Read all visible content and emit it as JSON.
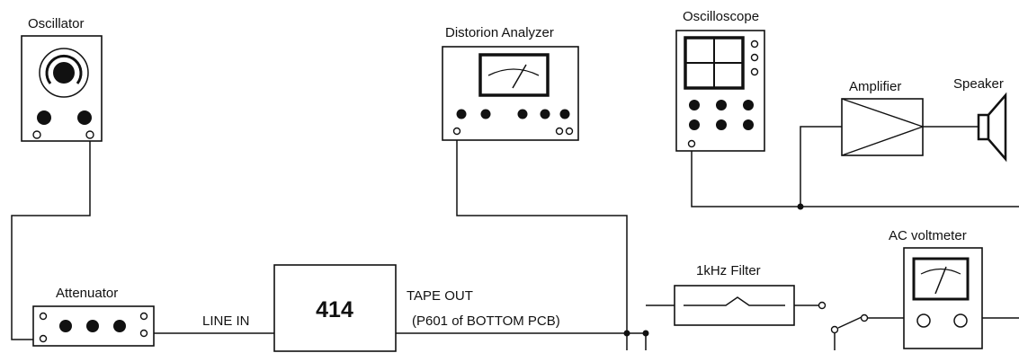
{
  "devices": {
    "oscillator": "Oscillator",
    "distortion_analyzer": "Distorion Analyzer",
    "oscilloscope": "Oscilloscope",
    "amplifier": "Amplifier",
    "speaker": "Speaker",
    "attenuator": "Attenuator",
    "dut": "414",
    "filter": "1kHz Filter",
    "ac_voltmeter": "AC voltmeter"
  },
  "connections": {
    "line_in": "LINE IN",
    "tape_out": "TAPE OUT",
    "tape_out_note": "(P601 of BOTTOM PCB)"
  }
}
